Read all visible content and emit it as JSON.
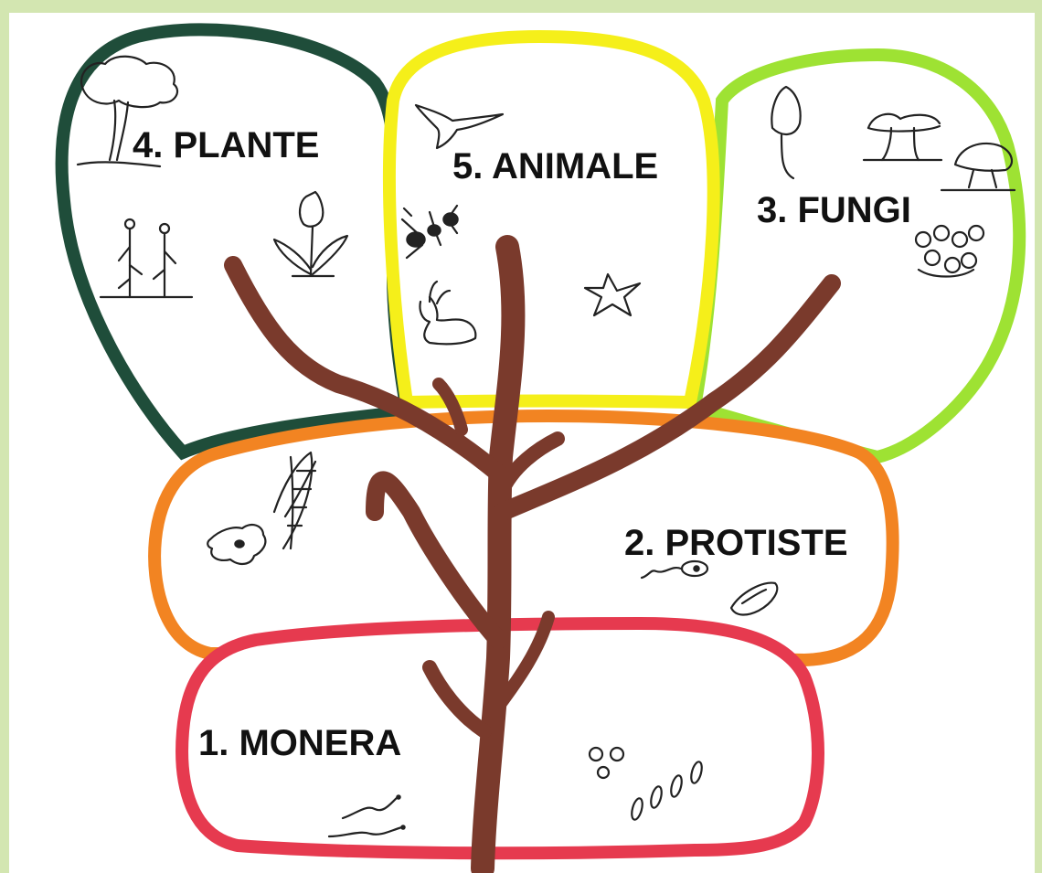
{
  "diagram": {
    "kingdoms": [
      {
        "id": "monera",
        "label": "1. MONERA",
        "color": "#e63a4f"
      },
      {
        "id": "protiste",
        "label": "2. PROTISTE",
        "color": "#f28422"
      },
      {
        "id": "fungi",
        "label": "3. FUNGI",
        "color": "#9ee233"
      },
      {
        "id": "plante",
        "label": "4. PLANTE",
        "color": "#1f4d3a"
      },
      {
        "id": "animale",
        "label": "5. ANIMALE",
        "color": "#f5ef1a"
      }
    ],
    "trunk_color": "#7a3a2c",
    "background_color": "#d3e6b1",
    "illustrations": [
      "tree-icon",
      "flower-plant-icon",
      "tulip-icon",
      "bird-icon",
      "ant-icon",
      "rabbit-icon",
      "starfish-icon",
      "mushroom-icon",
      "mold-icon",
      "amoeba-icon",
      "paramecium-icon",
      "flagellate-icon",
      "diatom-icon",
      "bacteria-cocci-icon",
      "bacteria-bacilli-icon",
      "bacteria-spirilla-icon"
    ]
  }
}
